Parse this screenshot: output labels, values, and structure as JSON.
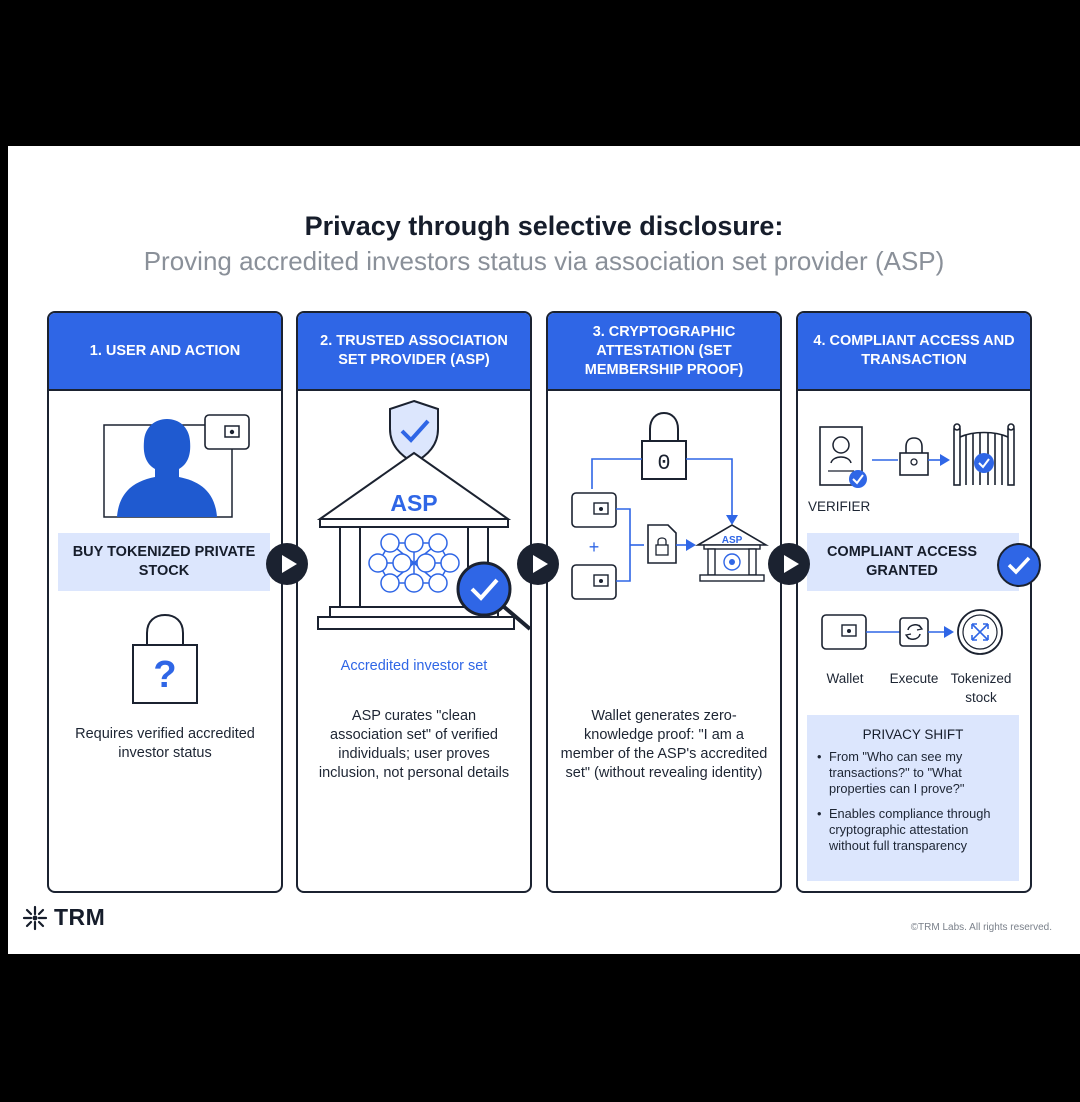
{
  "title": "Privacy through selective disclosure:",
  "subtitle": "Proving accredited investors status via association set provider (ASP)",
  "colors": {
    "accent": "#2f66e6",
    "dark": "#1b2230",
    "light": "#dce6fd"
  },
  "panels": [
    {
      "header": "1. USER AND ACTION",
      "action_box": "BUY TOKENIZED PRIVATE STOCK",
      "description": "Requires verified accredited investor status",
      "icons": [
        "user-silhouette-icon",
        "wallet-icon",
        "padlock-question-icon"
      ]
    },
    {
      "header": "2. TRUSTED ASSOCIATION SET PROVIDER (ASP)",
      "building_label": "ASP",
      "set_label": "Accredited investor set",
      "description": "ASP curates \"clean association set\" of verified individuals; user proves inclusion, not personal details",
      "icons": [
        "shield-check-icon",
        "bank-building-icon",
        "network-icon",
        "magnifier-check-icon"
      ]
    },
    {
      "header": "3. CRYPTOGRAPHIC ATTESTATION (SET MEMBERSHIP PROOF)",
      "lock_symbol": "0",
      "plus": "+",
      "building_label": "ASP",
      "description": "Wallet generates zero-knowledge proof: \"I am a member of the ASP's accredited set\" (without revealing identity)",
      "icons": [
        "padlock-icon",
        "wallet-icon",
        "document-lock-icon",
        "bank-building-icon"
      ]
    },
    {
      "header": "4. COMPLIANT ACCESS AND TRANSACTION",
      "verifier_label": "VERIFIER",
      "status_box": "COMPLIANT ACCESS GRANTED",
      "flow": [
        "Wallet",
        "Execute",
        "Tokenized stock"
      ],
      "privacy_shift": {
        "heading": "PRIVACY SHIFT",
        "bullets": [
          "From \"Who can see my transactions?\" to \"What properties can I prove?\"",
          "Enables compliance through cryptographic attestation without full transparency"
        ]
      },
      "icons": [
        "id-card-check-icon",
        "padlock-icon",
        "gate-check-icon",
        "check-circle-icon",
        "wallet-icon",
        "refresh-icon",
        "token-icon"
      ]
    }
  ],
  "footer": {
    "logo": "TRM",
    "copyright": "©TRM Labs. All rights reserved."
  }
}
